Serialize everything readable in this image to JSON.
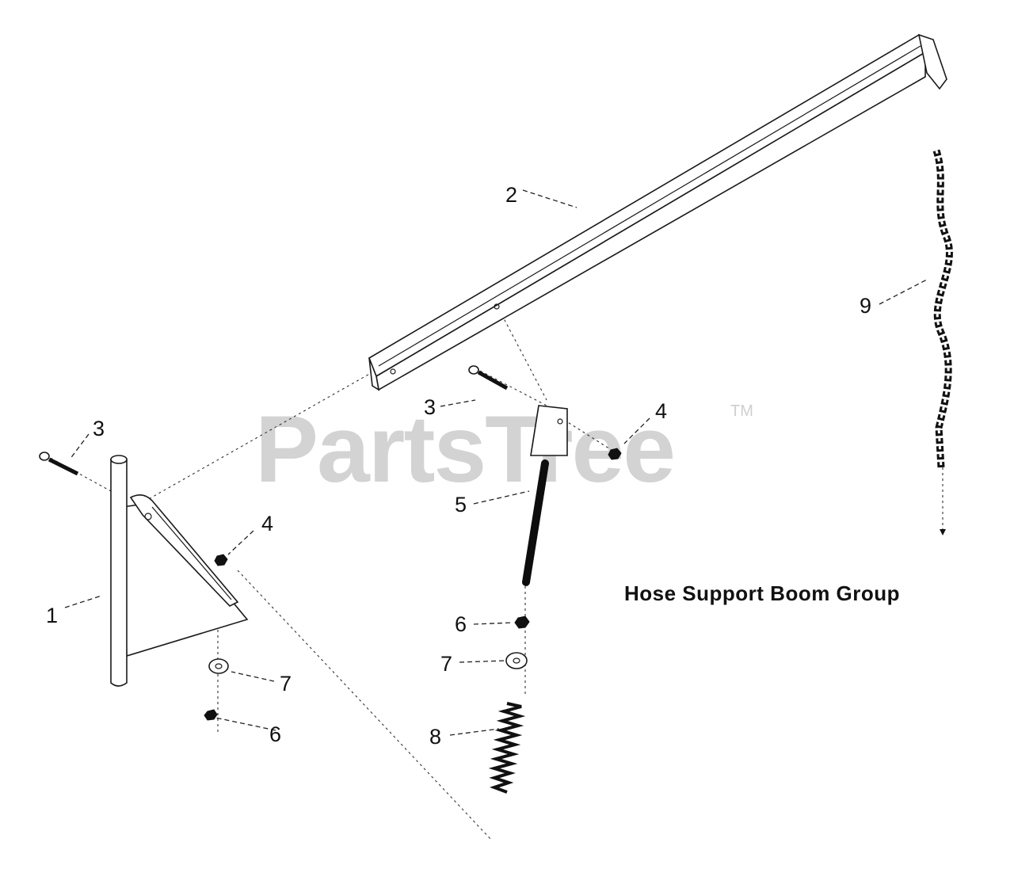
{
  "title": "Hose Support Boom Group",
  "watermark": {
    "text": "PartsTree",
    "trademark": "TM",
    "color": "#d3d3d3"
  },
  "callouts": {
    "c1": "1",
    "c2": "2",
    "c3a": "3",
    "c3b": "3",
    "c4a": "4",
    "c4b": "4",
    "c5": "5",
    "c6a": "6",
    "c6b": "6",
    "c7a": "7",
    "c7b": "7",
    "c8": "8",
    "c9": "9"
  }
}
